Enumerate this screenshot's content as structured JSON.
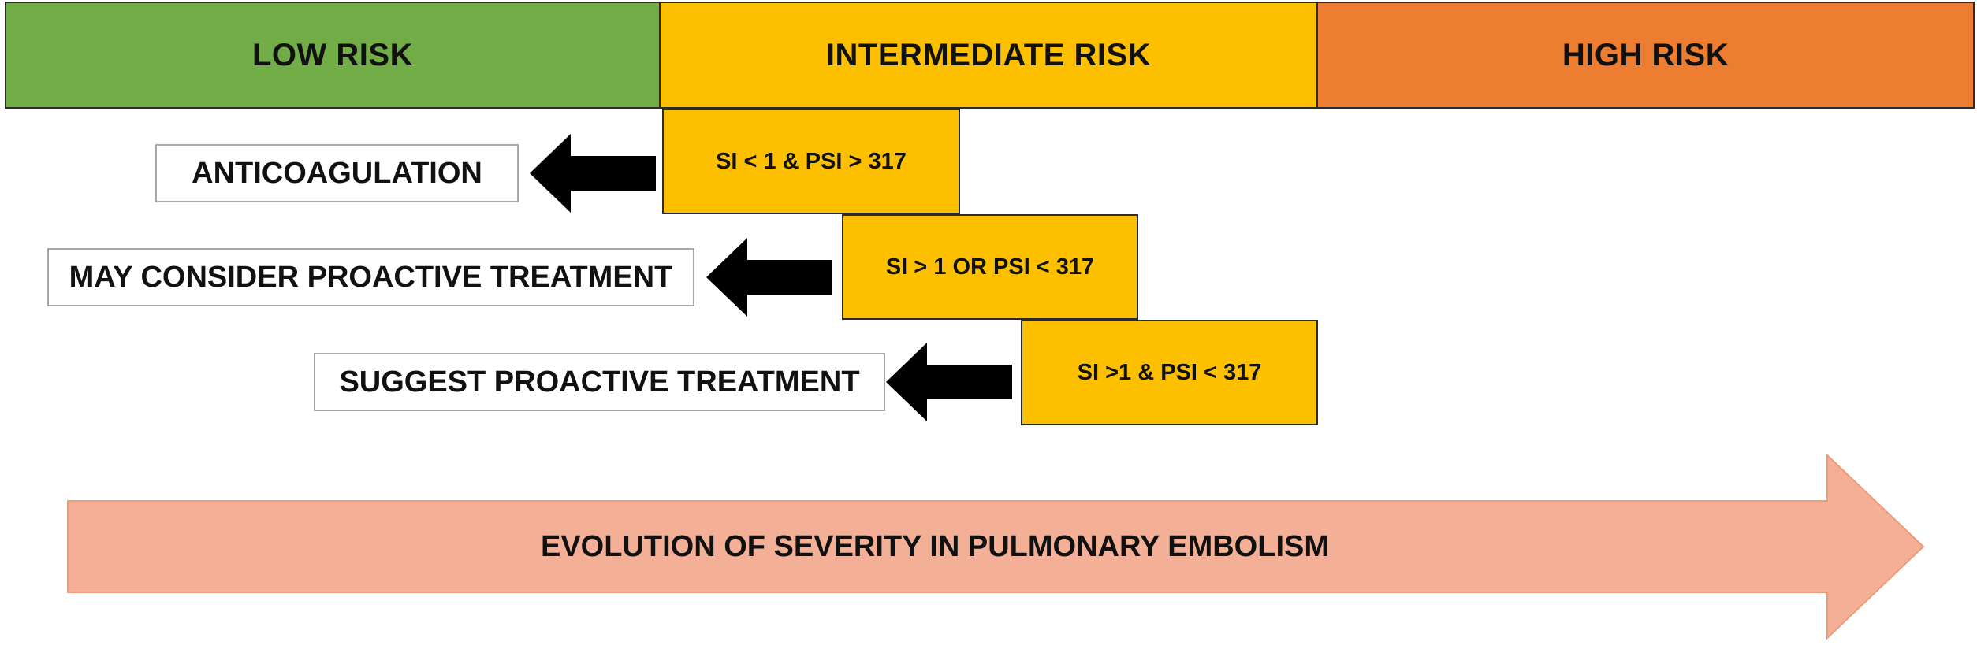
{
  "colors": {
    "low": "#72ad47",
    "intermediate": "#fdc000",
    "high": "#ed7d31",
    "arrow": "#000000",
    "severity_fill": "#f4b097",
    "severity_stroke": "#ef9a78"
  },
  "risk_bands": {
    "low": "LOW RISK",
    "intermediate": "INTERMEDIATE RISK",
    "high": "HIGH RISK"
  },
  "criteria": [
    {
      "label": "SI < 1 & PSI > 317",
      "action": "ANTICOAGULATION",
      "arrow_icon": "left-arrow-icon"
    },
    {
      "label": "SI > 1 OR PSI < 317",
      "action": "MAY CONSIDER PROACTIVE TREATMENT",
      "arrow_icon": "left-arrow-icon"
    },
    {
      "label": "SI >1 & PSI < 317",
      "action": "SUGGEST PROACTIVE TREATMENT",
      "arrow_icon": "left-arrow-icon"
    }
  ],
  "severity_arrow": {
    "label": "EVOLUTION OF SEVERITY IN PULMONARY EMBOLISM"
  }
}
